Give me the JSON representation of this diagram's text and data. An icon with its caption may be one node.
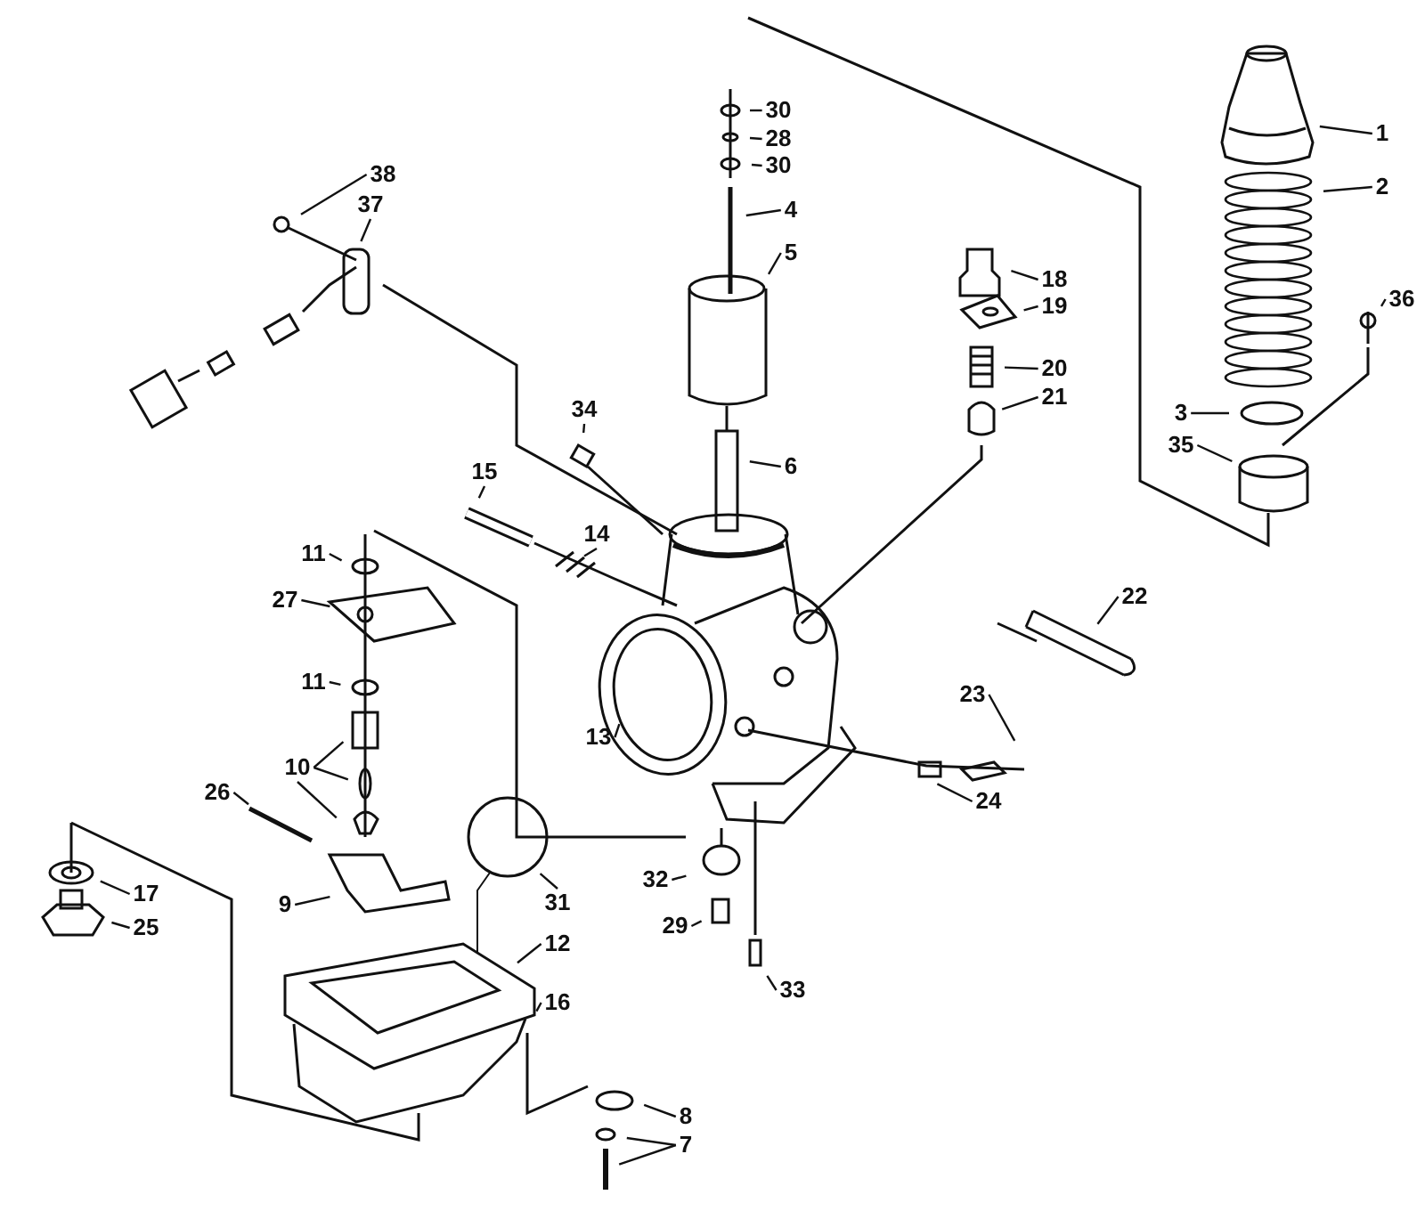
{
  "diagram": {
    "nodes": [
      {
        "text": [
          "30"
        ]
      },
      {
        "text": [
          "1"
        ]
      },
      {
        "text": [
          "28"
        ]
      },
      {
        "text": [
          "30"
        ]
      },
      {
        "text": [
          "38"
        ]
      },
      {
        "text": [
          "37"
        ]
      },
      {
        "text": [
          "2"
        ]
      },
      {
        "text": [
          "4"
        ]
      },
      {
        "text": [
          "5"
        ]
      },
      {
        "text": [
          "18"
        ]
      },
      {
        "text": [
          "19"
        ]
      },
      {
        "text": [
          "36"
        ]
      },
      {
        "text": [
          "20"
        ]
      },
      {
        "text": [
          "21"
        ]
      },
      {
        "text": [
          "34"
        ]
      },
      {
        "text": [
          "3"
        ]
      },
      {
        "text": [
          "35"
        ]
      },
      {
        "text": [
          "6"
        ]
      },
      {
        "text": [
          "15"
        ]
      },
      {
        "text": [
          "14"
        ]
      },
      {
        "text": [
          "11"
        ]
      },
      {
        "text": [
          "27"
        ]
      },
      {
        "text": [
          "22"
        ]
      },
      {
        "text": [
          "11"
        ]
      },
      {
        "text": [
          "23"
        ]
      },
      {
        "text": [
          "13"
        ]
      },
      {
        "text": [
          "10"
        ]
      },
      {
        "text": [
          "24"
        ]
      },
      {
        "text": [
          "26"
        ]
      },
      {
        "text": [
          "17"
        ]
      },
      {
        "text": [
          "9"
        ]
      },
      {
        "text": [
          "31"
        ]
      },
      {
        "text": [
          "32"
        ]
      },
      {
        "text": [
          "29"
        ]
      },
      {
        "text": [
          "25"
        ]
      },
      {
        "text": [
          "12"
        ]
      },
      {
        "text": [
          "33"
        ]
      },
      {
        "text": [
          "16"
        ]
      },
      {
        "text": [
          "8"
        ]
      },
      {
        "text": [
          "7"
        ]
      }
    ],
    "edges": [
      {
        "from": 0,
        "to": null,
        "arrow": "none"
      },
      {
        "from": 1,
        "to": null,
        "arrow": "none"
      },
      {
        "from": 2,
        "to": null,
        "arrow": "none"
      },
      {
        "from": 3,
        "to": null,
        "arrow": "none"
      },
      {
        "from": 4,
        "to": null,
        "arrow": "none"
      },
      {
        "from": 5,
        "to": null,
        "arrow": "none"
      },
      {
        "from": 6,
        "to": null,
        "arrow": "none"
      },
      {
        "from": 7,
        "to": null,
        "arrow": "none"
      },
      {
        "from": 8,
        "to": null,
        "arrow": "none"
      },
      {
        "from": 9,
        "to": null,
        "arrow": "none"
      },
      {
        "from": 10,
        "to": null,
        "arrow": "none"
      },
      {
        "from": 11,
        "to": null,
        "arrow": "none"
      },
      {
        "from": 12,
        "to": null,
        "arrow": "none"
      },
      {
        "from": 13,
        "to": null,
        "arrow": "none"
      },
      {
        "from": 14,
        "to": null,
        "arrow": "none"
      },
      {
        "from": 15,
        "to": null,
        "arrow": "none"
      },
      {
        "from": 16,
        "to": null,
        "arrow": "none"
      },
      {
        "from": 17,
        "to": null,
        "arrow": "none"
      },
      {
        "from": 18,
        "to": null,
        "arrow": "none"
      },
      {
        "from": 19,
        "to": null,
        "arrow": "none"
      },
      {
        "from": 20,
        "to": null,
        "arrow": "none"
      },
      {
        "from": 21,
        "to": null,
        "arrow": "none"
      },
      {
        "from": 22,
        "to": null,
        "arrow": "none"
      },
      {
        "from": 23,
        "to": null,
        "arrow": "none"
      },
      {
        "from": 24,
        "to": null,
        "arrow": "none"
      },
      {
        "from": 25,
        "to": null,
        "arrow": "none"
      },
      {
        "from": 26,
        "to": null,
        "arrow": "none"
      },
      {
        "from": 26,
        "to": null,
        "arrow": "none"
      },
      {
        "from": 26,
        "to": null,
        "arrow": "none"
      },
      {
        "from": 27,
        "to": null,
        "arrow": "none"
      },
      {
        "from": 28,
        "to": null,
        "arrow": "none"
      },
      {
        "from": 29,
        "to": null,
        "arrow": "none"
      },
      {
        "from": 30,
        "to": null,
        "arrow": "none"
      },
      {
        "from": 31,
        "to": null,
        "arrow": "none"
      },
      {
        "from": 32,
        "to": null,
        "arrow": "none"
      },
      {
        "from": 33,
        "to": null,
        "arrow": "none"
      },
      {
        "from": 34,
        "to": null,
        "arrow": "none"
      },
      {
        "from": 35,
        "to": null,
        "arrow": "none"
      },
      {
        "from": 36,
        "to": null,
        "arrow": "none"
      },
      {
        "from": 37,
        "to": null,
        "arrow": "none"
      },
      {
        "from": 38,
        "to": null,
        "arrow": "none"
      },
      {
        "from": 39,
        "to": null,
        "arrow": "none"
      },
      {
        "from": 39,
        "to": null,
        "arrow": "none"
      }
    ]
  }
}
